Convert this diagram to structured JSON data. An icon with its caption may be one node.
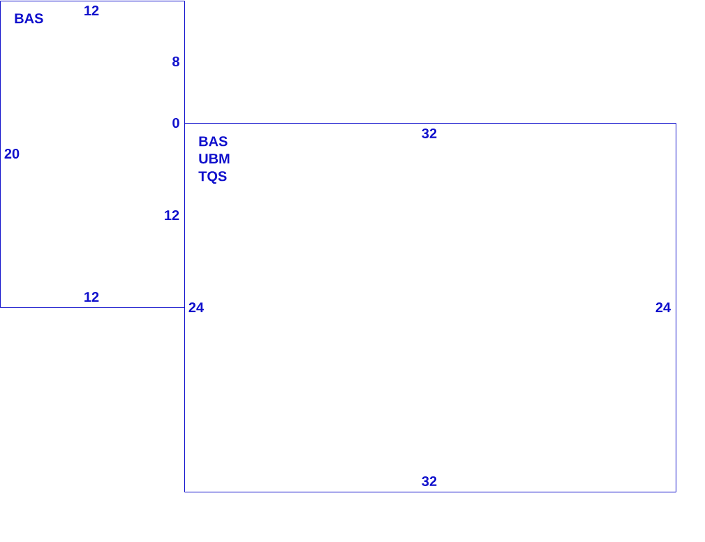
{
  "diagram": {
    "nodes": [
      {
        "text": [
          "BAS"
        ]
      },
      {
        "text": [
          "BAS",
          "UBM",
          "TQS"
        ]
      }
    ],
    "labels": [
      "12",
      "8",
      "0",
      "32",
      "20",
      "12",
      "12",
      "24",
      "24",
      "32"
    ]
  }
}
